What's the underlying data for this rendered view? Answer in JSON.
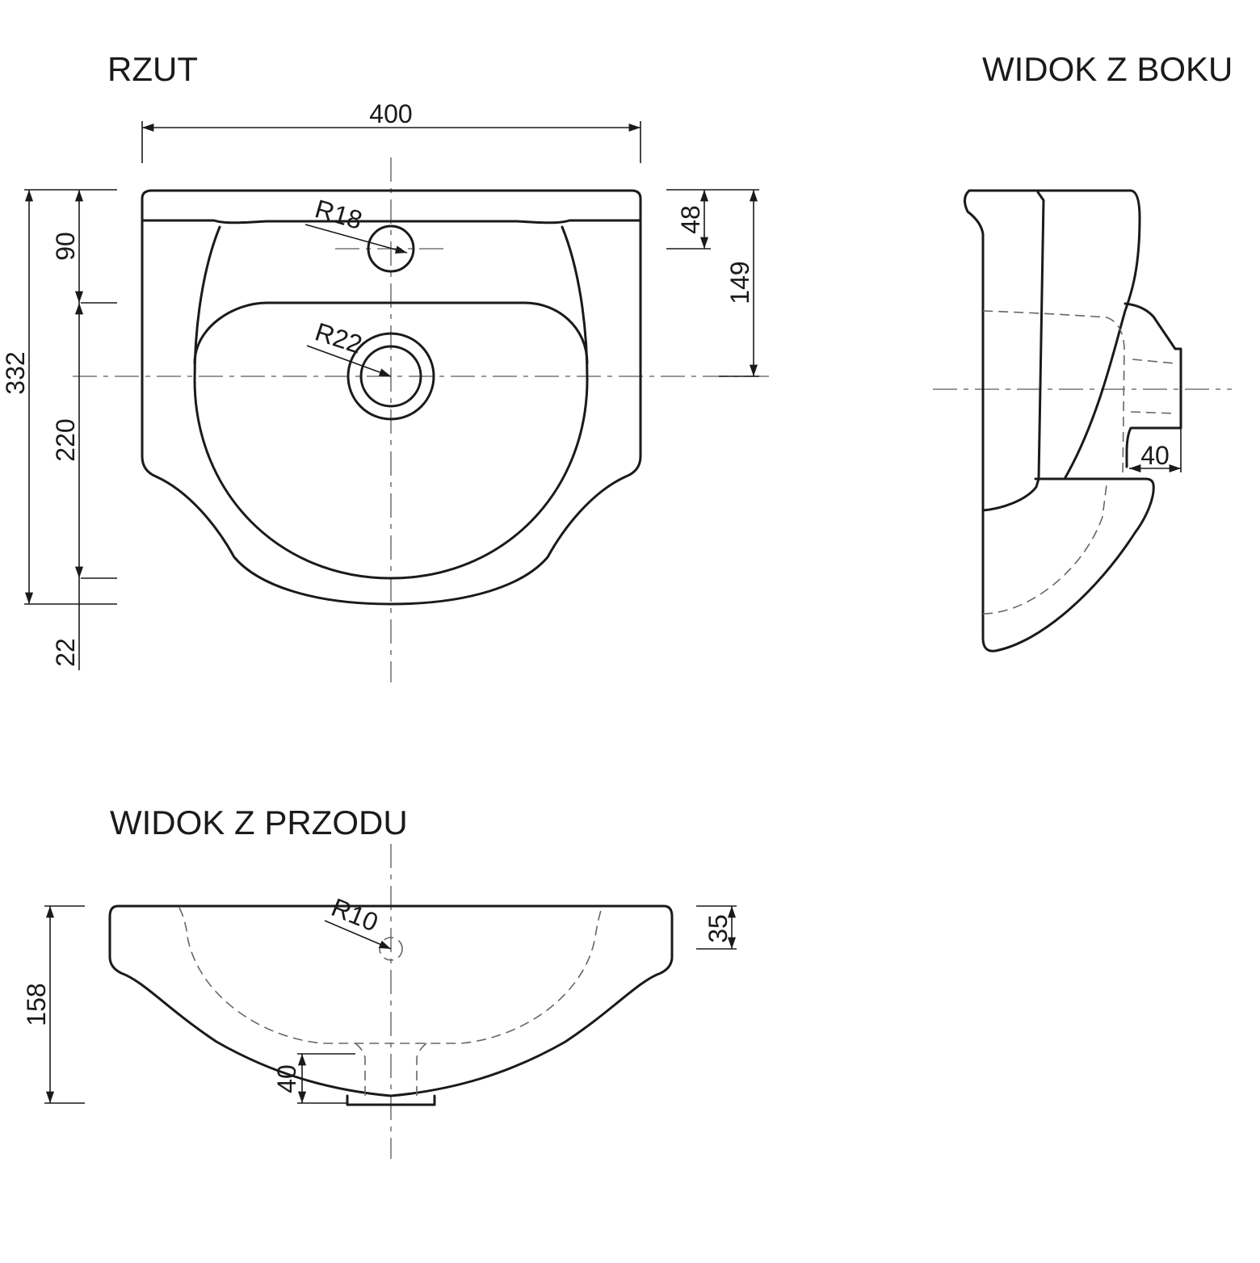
{
  "views": {
    "plan": {
      "title": "RZUT"
    },
    "side": {
      "title": "WIDOK Z BOKU"
    },
    "front": {
      "title": "WIDOK Z PRZODU"
    }
  },
  "dimensions": {
    "plan_width": "400",
    "plan_depth_total": "332",
    "plan_back_to_tap": "90",
    "plan_tap_to_front": "220",
    "plan_rim_front": "22",
    "plan_ledge": "48",
    "plan_back_to_drain": "149",
    "plan_tap_radius": "R18",
    "plan_drain_radius": "R22",
    "side_outlet": "40",
    "front_overflow_radius": "R10",
    "front_rim_height": "35",
    "front_height_total": "158",
    "front_outlet": "40"
  }
}
